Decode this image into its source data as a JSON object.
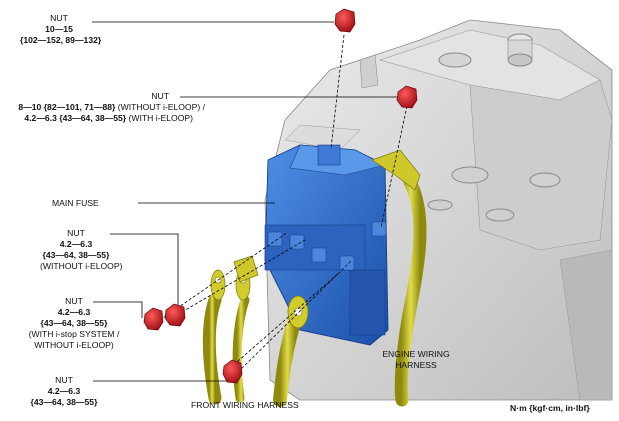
{
  "labels": {
    "nut_top": {
      "name": "NUT",
      "torque": "10—15",
      "alt": "{102—152, 89—132}"
    },
    "nut_second": {
      "name": "NUT",
      "torque_a": "8—10 {82—101, 71—88}",
      "cond_a": " (WITHOUT i-ELOOP) /",
      "torque_b": "4.2—6.3 {43—64, 38—55}",
      "cond_b": " (WITH i-ELOOP)"
    },
    "main_fuse": "MAIN FUSE",
    "nut_third": {
      "name": "NUT",
      "torque": "4.2—6.3",
      "alt": "{43—64, 38—55}",
      "cond": "(WITHOUT i-ELOOP)"
    },
    "nut_fourth": {
      "name": "NUT",
      "torque": "4.2—6.3",
      "alt": "{43—64, 38—55}",
      "cond1": "(WITH i-stop SYSTEM /",
      "cond2": "WITHOUT i-ELOOP)"
    },
    "nut_fifth": {
      "name": "NUT",
      "torque": "4.2—6.3",
      "alt": "{43—64, 38—55}"
    },
    "engine_harness": [
      "ENGINE WIRING",
      "HARNESS"
    ],
    "front_harness": "FRONT WIRING HARNESS",
    "unit": "N·m {kgf·cm, in·lbf}"
  },
  "colors": {
    "nut": "#d3141f",
    "fuse": "#2a67c4",
    "harness": "#c9c21a",
    "engine": "#d8d8d8",
    "leader": "#000000"
  }
}
